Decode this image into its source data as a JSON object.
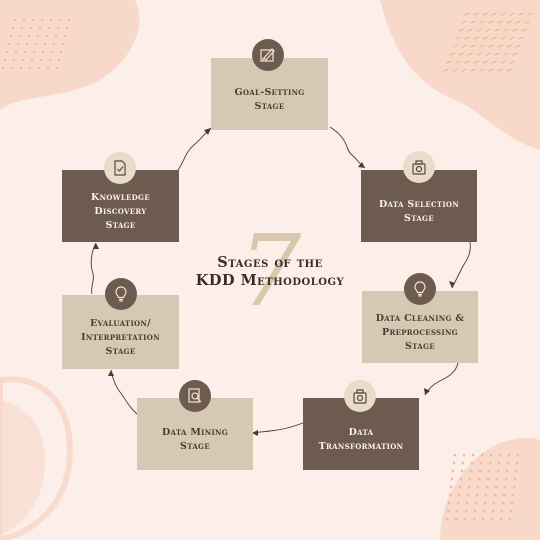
{
  "title": {
    "number": "7",
    "line1": "Stages of the",
    "line2": "KDD Methodology"
  },
  "stages": [
    {
      "label": "Goal-Setting\nStage",
      "icon": "pencil-ruler-icon",
      "style": "light"
    },
    {
      "label": "Data Selection\nStage",
      "icon": "scale-bulb-icon",
      "style": "dark"
    },
    {
      "label": "Data Cleaning &\nPreprocessing\nStage",
      "icon": "lightbulb-icon",
      "style": "light"
    },
    {
      "label": "Data\nTransformation",
      "icon": "scale-bulb-icon",
      "style": "dark"
    },
    {
      "label": "Data Mining\nStage",
      "icon": "magnifier-document-icon",
      "style": "light"
    },
    {
      "label": "Evaluation/\nInterpretation\nStage",
      "icon": "lightbulb-icon",
      "style": "light"
    },
    {
      "label": "Knowledge\nDiscovery\nStage",
      "icon": "checklist-icon",
      "style": "dark"
    }
  ],
  "colors": {
    "background": "#fcefe9",
    "dark_box": "#6c5b4e",
    "light_box": "#d6c9b3",
    "blob": "#f8d9c9",
    "dots": "#f2b896",
    "title_text": "#3a2c24",
    "number": "#d9c8ad"
  }
}
